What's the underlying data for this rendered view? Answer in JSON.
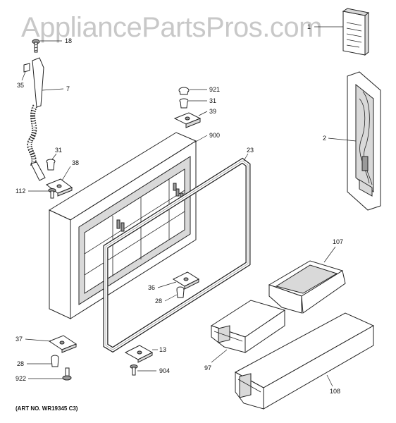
{
  "watermark": "AppliancePartsPros.com",
  "art_number": "(ART NO. WR19345 C3)",
  "callouts": {
    "c1": "1",
    "c2": "2",
    "c7": "7",
    "c13": "13",
    "c18": "18",
    "c23": "23",
    "c28a": "28",
    "c28b": "28",
    "c31a": "31",
    "c31b": "31",
    "c35": "35",
    "c36": "36",
    "c37": "37",
    "c38": "38",
    "c39": "39",
    "c97": "97",
    "c107": "107",
    "c108": "108",
    "c112": "112",
    "c900": "900",
    "c904": "904",
    "c921": "921",
    "c922": "922"
  }
}
